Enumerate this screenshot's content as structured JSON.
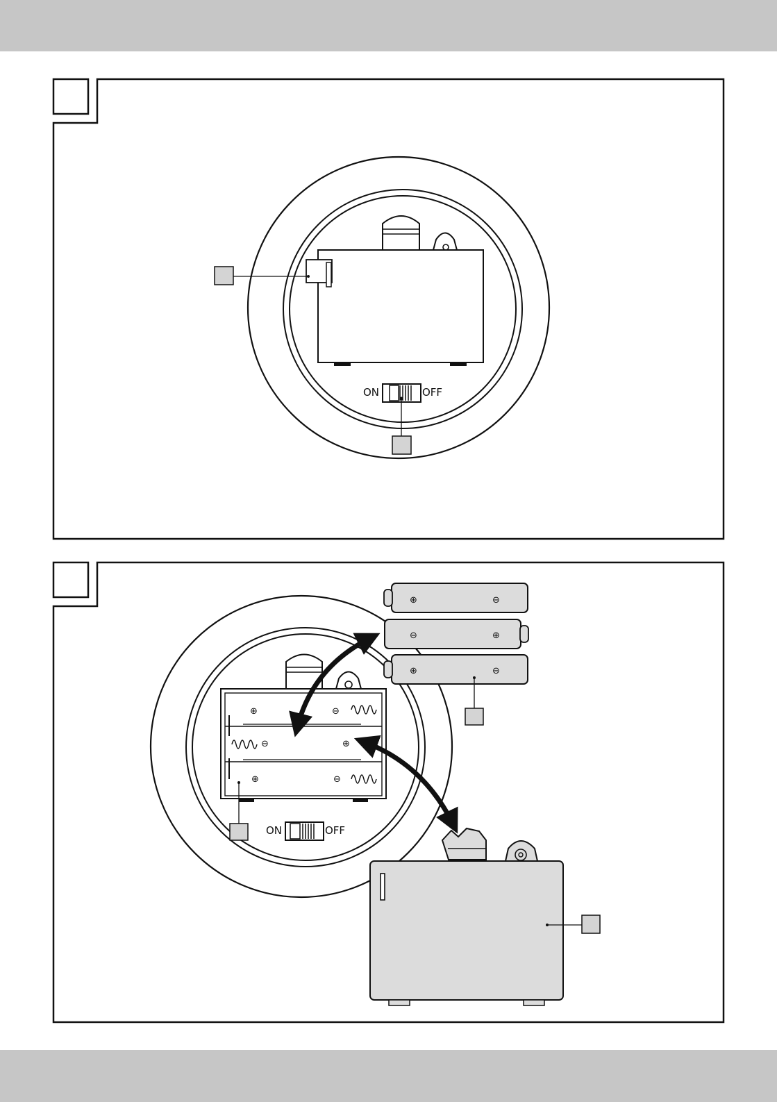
{
  "colors": {
    "band": "#c6c6c6",
    "line": "#111111",
    "part_fill": "#dcdcdc",
    "callout_fill": "#d4d4d4"
  },
  "figure1": {
    "switch": {
      "on_label": "ON",
      "off_label": "OFF"
    }
  },
  "figure2": {
    "switch": {
      "on_label": "ON",
      "off_label": "OFF"
    },
    "polarity": {
      "plus": "⊕",
      "minus": "⊖"
    }
  }
}
